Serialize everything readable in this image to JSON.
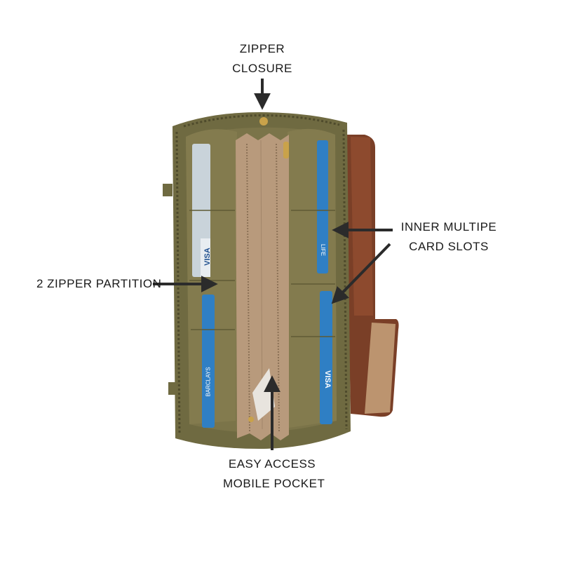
{
  "callouts": {
    "zipper_closure": [
      "ZIPPER",
      "CLOSURE"
    ],
    "inner_card_slots": [
      "INNER MULTIPE",
      "CARD SLOTS"
    ],
    "zipper_partition": "2 ZIPPER PARTITION",
    "mobile_pocket": [
      "EASY ACCESS",
      "MOBILE POCKET"
    ]
  },
  "card_brands": {
    "left_top": "VISA",
    "left_bottom": "BARCLAYS",
    "right_top": "LIFE",
    "right_bottom": "VISA"
  },
  "colors": {
    "background": "#ffffff",
    "wallet_olive": "#6f6a41",
    "wallet_olive_dark": "#4f4b2c",
    "interior_khaki": "#7b7449",
    "partition_tan": "#b89a7c",
    "flap_brown": "#7a3f27",
    "card_blue": "#2f7fc4",
    "arrow": "#2b2b2b"
  }
}
